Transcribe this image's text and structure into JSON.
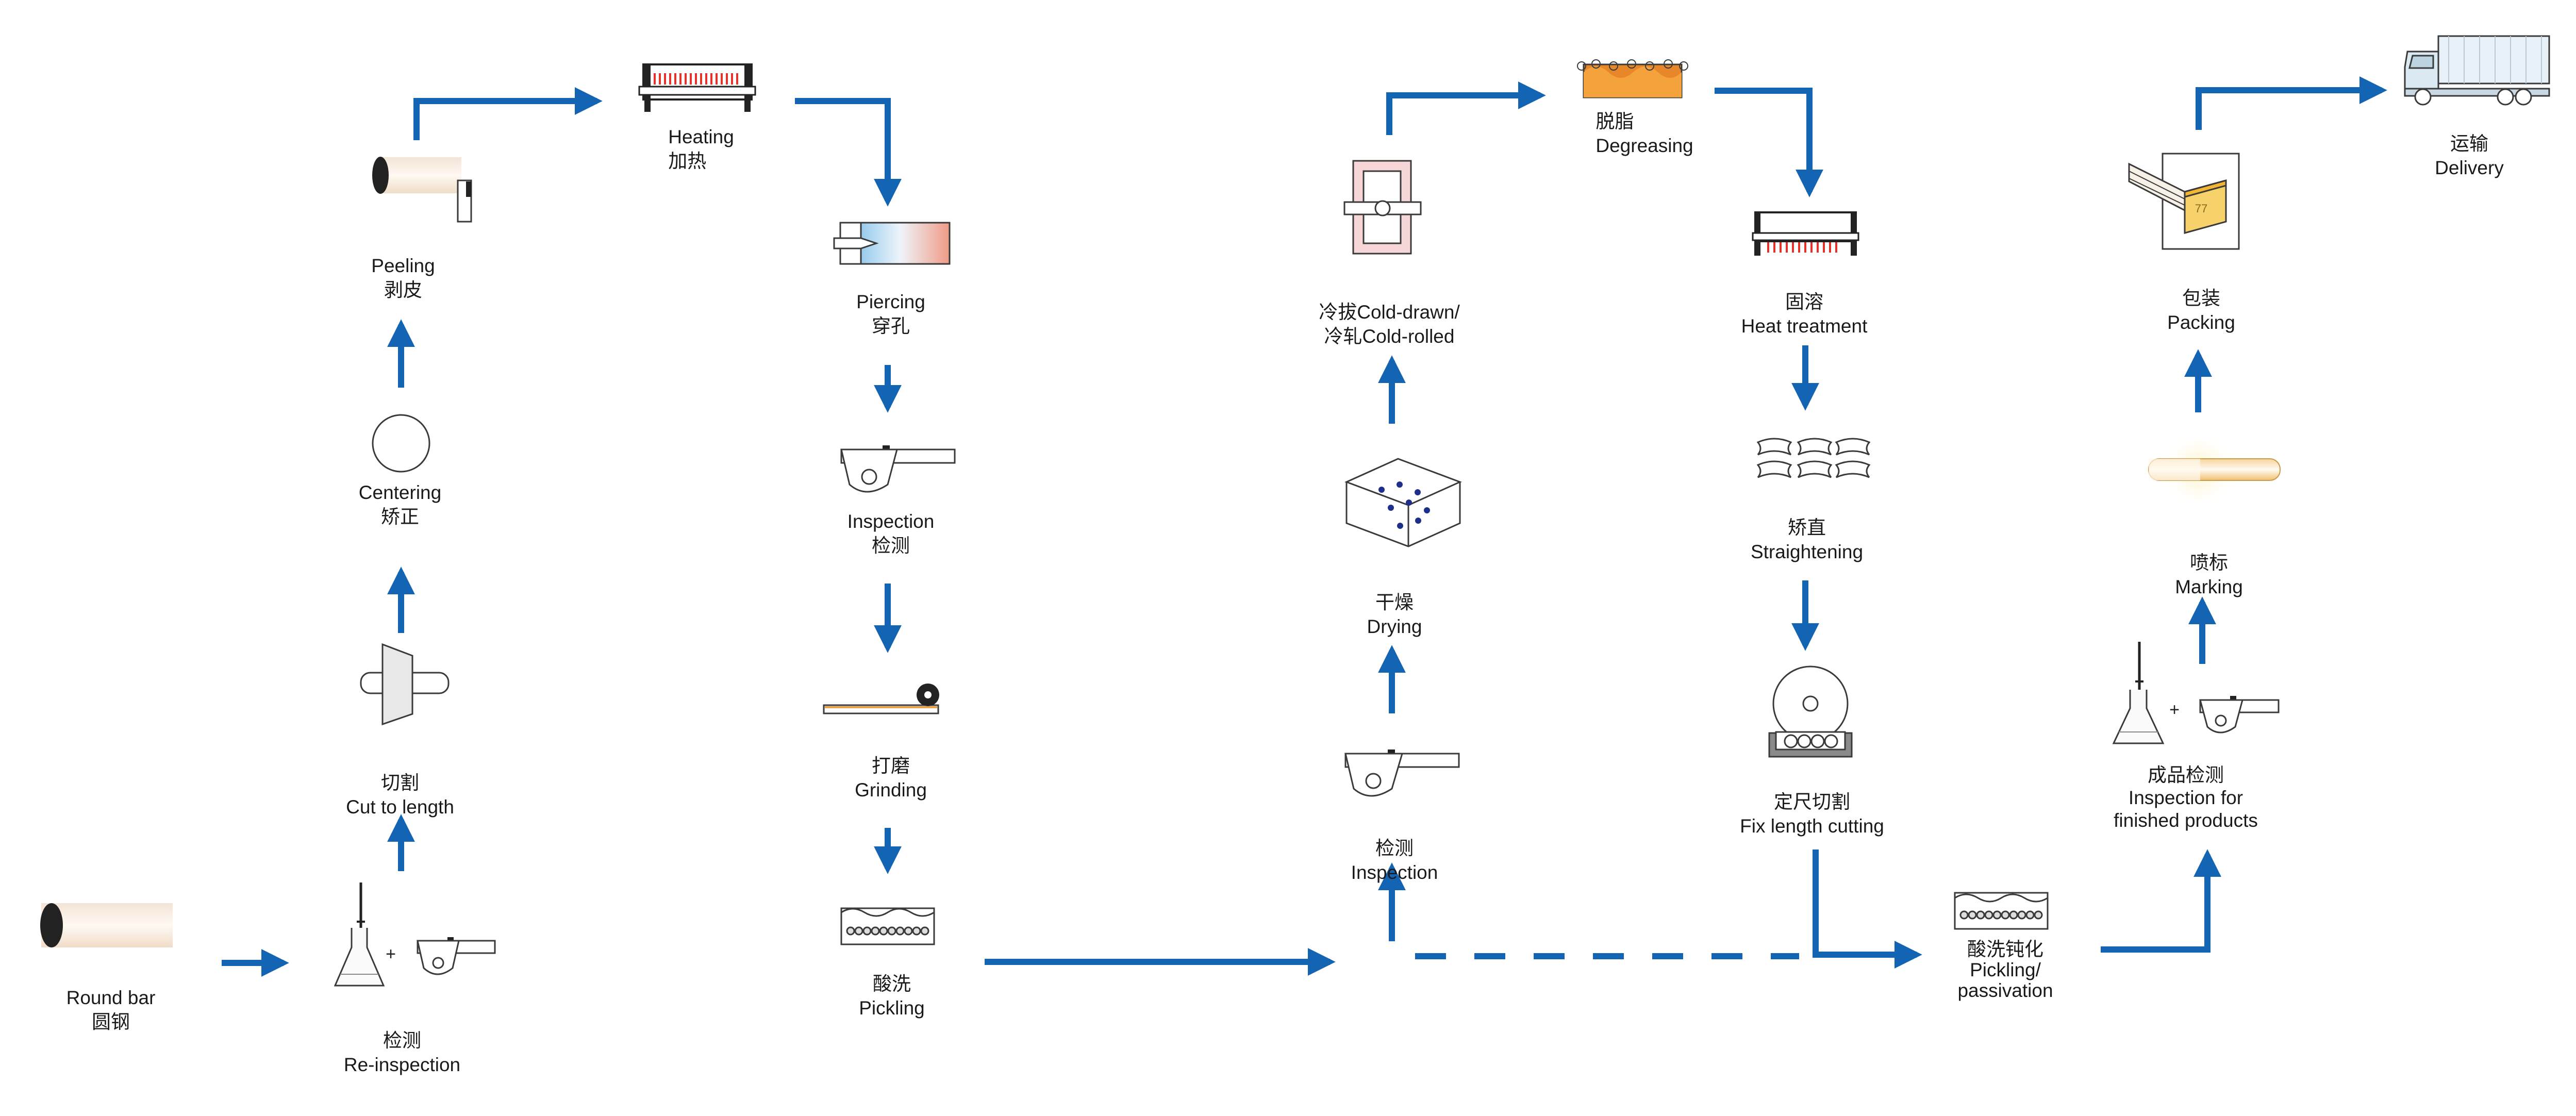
{
  "colors": {
    "arrow": "#1464b4",
    "outline": "#3a3a3a",
    "heater": "#e2342a",
    "bar": "#f3e4d6"
  },
  "steps": {
    "round_bar": {
      "line1": "Round bar",
      "line2": "圆钢"
    },
    "reinspection": {
      "line1": "检测",
      "line2": "Re-inspection"
    },
    "cut": {
      "line1": "切割",
      "line2": "Cut to length"
    },
    "centering": {
      "line1": "Centering",
      "line2": "矫正"
    },
    "peeling": {
      "line1": "Peeling",
      "line2": "剥皮"
    },
    "heating": {
      "line1": "Heating",
      "line2": "加热"
    },
    "piercing": {
      "line1": "Piercing",
      "line2": "穿孔"
    },
    "inspection1": {
      "line1": "Inspection",
      "line2": "检测"
    },
    "grinding": {
      "line1": "打磨",
      "line2": "Grinding"
    },
    "pickling": {
      "line1": "酸洗",
      "line2": "Pickling"
    },
    "inspection2": {
      "line1": "检测",
      "line2": "Inspection"
    },
    "drying": {
      "line1": "干燥",
      "line2": "Drying"
    },
    "cold": {
      "line1": "冷拔Cold-drawn/",
      "line2": "冷轧Cold-rolled"
    },
    "degreasing": {
      "line1": "脱脂",
      "line2": "Degreasing"
    },
    "heat_treatment": {
      "line1": "固溶",
      "line2": "Heat treatment"
    },
    "straightening": {
      "line1": "矫直",
      "line2": "Straightening"
    },
    "fix_cut": {
      "line1": "定尺切割",
      "line2": "Fix length cutting"
    },
    "passivation": {
      "line1": "酸洗钝化",
      "line2": "Pickling/",
      "line3": "passivation"
    },
    "final_inspection": {
      "line1": "成品检测",
      "line2": "Inspection for",
      "line3": "finished products"
    },
    "marking": {
      "line1": "喷标",
      "line2": "Marking"
    },
    "packing": {
      "line1": "包装",
      "line2": "Packing"
    },
    "delivery": {
      "line1": "运输",
      "line2": "Delivery"
    }
  },
  "symbols": {
    "plus": "+",
    "grid_sample": "77"
  }
}
